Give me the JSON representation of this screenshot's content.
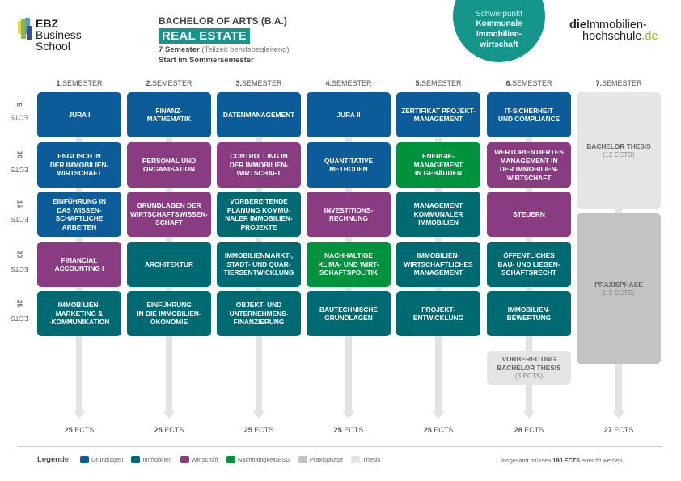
{
  "header": {
    "ebz_logo": {
      "bold": "EBZ",
      "rest": "Business",
      "line2": "School"
    },
    "degree": "BACHELOR OF ARTS (B.A.)",
    "program": "REAL ESTATE",
    "semesters_bold": "7 Semester",
    "semesters_note": "(Teilzeit berufsbegleitend)",
    "start": "Start im Sommersemester",
    "focus": {
      "label": "Schwerpunkt",
      "value": "Kommunale\nImmobilien-\nwirtschaft"
    },
    "partner_logo": {
      "bold": "die",
      "line1": "Immobilien-",
      "line2": "hochschule",
      "tld": ".de"
    }
  },
  "colors": {
    "Grundlagen": "#0b5c99",
    "Immobilien": "#006a72",
    "Wirtschaft": "#8a3c82",
    "Nachhaltigkeit/ESG": "#00923c",
    "Praxisphase": "#c3c3c3",
    "Thesis": "#e5e5e5"
  },
  "ects_rows": [
    {
      "num": "5",
      "unit": "ECTS"
    },
    {
      "num": "10",
      "unit": "ECTS"
    },
    {
      "num": "15",
      "unit": "ECTS"
    },
    {
      "num": "20",
      "unit": "ECTS"
    },
    {
      "num": "25",
      "unit": "ECTS"
    }
  ],
  "semesters": [
    {
      "num": "1.",
      "label": "SEMESTER",
      "total_num": "25",
      "total_unit": "ECTS",
      "courses": [
        {
          "title": "JURA I",
          "category": "Grundlagen"
        },
        {
          "title": "ENGLISCH IN\nDER IMMOBILIEN-\nWIRTSCHAFT",
          "category": "Grundlagen"
        },
        {
          "title": "EINFÜHRUNG IN\nDAS WISSEN-\nSCHAFTLICHE\nARBEITEN",
          "category": "Grundlagen"
        },
        {
          "title": "FINANCIAL\nACCOUNTING I",
          "category": "Wirtschaft"
        },
        {
          "title": "IMMOBILIEN-\nMARKETING &\n-KOMMUNIKATION",
          "category": "Immobilien"
        }
      ]
    },
    {
      "num": "2.",
      "label": "SEMESTER",
      "total_num": "25",
      "total_unit": "ECTS",
      "courses": [
        {
          "title": "FINANZ-\nMATHEMATIK",
          "category": "Grundlagen"
        },
        {
          "title": "PERSONAL UND\nORGANISATION",
          "category": "Wirtschaft"
        },
        {
          "title": "GRUNDLAGEN DER\nWIRTSCHAFTSWISSEN-\nSCHAFT",
          "category": "Wirtschaft"
        },
        {
          "title": "ARCHITEKTUR",
          "category": "Immobilien"
        },
        {
          "title": "EINFÜHRUNG\nIN DIE IMMOBILIEN-\nÖKONOMIE",
          "category": "Immobilien"
        }
      ]
    },
    {
      "num": "3.",
      "label": "SEMESTER",
      "total_num": "25",
      "total_unit": "ECTS",
      "courses": [
        {
          "title": "DATENMANAGEMENT",
          "category": "Grundlagen"
        },
        {
          "title": "CONTROLLING IN\nDER IMMOBILIEN-\nWIRTSCHAFT",
          "category": "Wirtschaft"
        },
        {
          "title": "VORBEREITENDE\nPLANUNG KOMMU-\nNALER IMMOBILIEN-\nPROJEKTE",
          "category": "Immobilien"
        },
        {
          "title": "IMMOBILIENMARKT-,\nSTADT- UND QUAR-\nTIERSENTWICKLUNG",
          "category": "Immobilien"
        },
        {
          "title": "OBJEKT- UND\nUNTERNEHMENS-\nFINANZIERUNG",
          "category": "Immobilien"
        }
      ]
    },
    {
      "num": "4.",
      "label": "SEMESTER",
      "total_num": "25",
      "total_unit": "ECTS",
      "courses": [
        {
          "title": "JURA II",
          "category": "Grundlagen"
        },
        {
          "title": "QUANTITATIVE\nMETHODEN",
          "category": "Grundlagen"
        },
        {
          "title": "INVESTITIONS-\nRECHNUNG",
          "category": "Wirtschaft"
        },
        {
          "title": "NACHHALTIGE\nKLIMA- UND WIRT-\nSCHAFTSPOLITIK",
          "category": "Nachhaltigkeit/ESG"
        },
        {
          "title": "BAUTECHNISCHE\nGRUNDLAGEN",
          "category": "Immobilien"
        }
      ]
    },
    {
      "num": "5.",
      "label": "SEMESTER",
      "total_num": "25",
      "total_unit": "ECTS",
      "courses": [
        {
          "title": "ZERTIFIKAT PROJEKT-\nMANAGEMENT",
          "category": "Grundlagen"
        },
        {
          "title": "ENERGIE-\nMANAGEMENT\nIN GEBÄUDEN",
          "category": "Nachhaltigkeit/ESG"
        },
        {
          "title": "MANAGEMENT\nKOMMUNALER\nIMMOBILIEN",
          "category": "Immobilien"
        },
        {
          "title": "IMMOBILIEN-\nWIRTSCHAFTLICHES\nMANAGEMENT",
          "category": "Immobilien"
        },
        {
          "title": "PROJEKT-\nENTWICKLUNG",
          "category": "Immobilien"
        }
      ]
    },
    {
      "num": "6.",
      "label": "SEMESTER",
      "total_num": "28",
      "total_unit": "ECTS",
      "courses": [
        {
          "title": "IT-SICHERHEIT\nUND COMPLIANCE",
          "category": "Grundlagen"
        },
        {
          "title": "WERTORIENTIERTES\nMANAGEMENT IN\nDER IMMOBILIEN-\nWIRTSCHAFT",
          "category": "Wirtschaft"
        },
        {
          "title": "STEUERN",
          "category": "Wirtschaft"
        },
        {
          "title": "ÖFFENTLICHES\nBAU- UND LIEGEN-\nSCHAFTSRECHT",
          "category": "Immobilien"
        },
        {
          "title": "IMMOBILIEN-\nBEWERTUNG",
          "category": "Immobilien"
        }
      ],
      "extra": {
        "title": "VORBEREITUNG\nBACHELOR THESIS",
        "sub": "(3 ECTS)",
        "category": "Thesis"
      }
    },
    {
      "num": "7.",
      "label": "SEMESTER",
      "total_num": "27",
      "total_unit": "ECTS",
      "blocks": [
        {
          "title": "BACHELOR THESIS",
          "sub": "(12 ECTS)",
          "category": "Thesis"
        },
        {
          "title": "PRAXISPHASE",
          "sub": "(15 ECTS)",
          "category": "Praxisphase"
        }
      ]
    }
  ],
  "legend": {
    "title": "Legende",
    "items": [
      "Grundlagen",
      "Immobilien",
      "Wirtschaft",
      "Nachhaltigkeit/ESG",
      "Praxisphase",
      "Thesis"
    ]
  },
  "note": {
    "pre": "Insgesamt müssen",
    "bold": "180 ECTS",
    "post": "erreicht werden."
  }
}
